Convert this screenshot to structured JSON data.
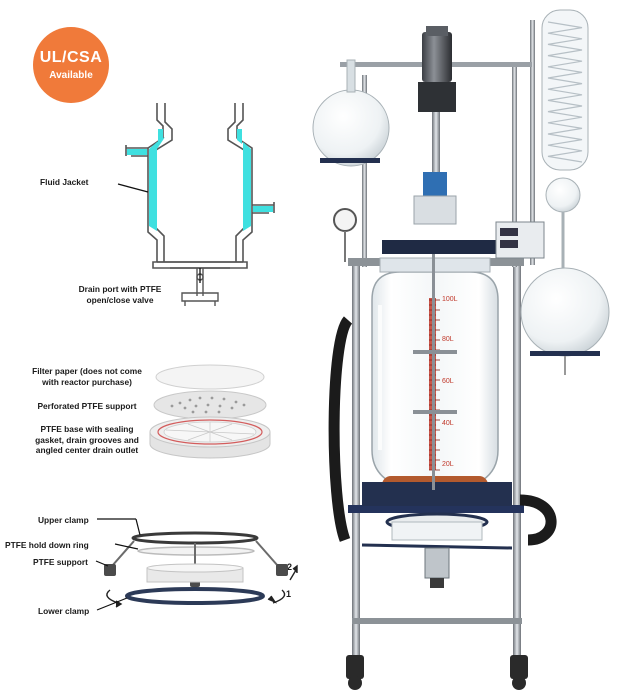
{
  "badge": {
    "line1": "UL/CSA",
    "line2": "Available",
    "color": "#f07a3a"
  },
  "labels": {
    "fluid_jacket": "Fluid Jacket",
    "drain_port_line1": "Drain port with PTFE",
    "drain_port_line2": "open/close valve",
    "filter_paper_line1": "Filter paper (does not come",
    "filter_paper_line2": "with reactor purchase)",
    "perforated_support": "Perforated PTFE support",
    "ptfe_base_line1": "PTFE base with sealing",
    "ptfe_base_line2": "gasket, drain grooves and",
    "ptfe_base_line3": "angled center drain outlet",
    "upper_clamp": "Upper clamp",
    "hold_down_ring": "PTFE hold down ring",
    "ptfe_support": "PTFE support",
    "lower_clamp": "Lower clamp",
    "step_2": "2",
    "step_1": "1"
  },
  "vessel_graduations": [
    "100L",
    "80L",
    "60L",
    "40L",
    "20L"
  ],
  "colors": {
    "jacket_fluid": "#3fe0e0",
    "frame_blue": "#24335c",
    "scale_red": "#c0392b",
    "plate_dark": "#23304f"
  }
}
